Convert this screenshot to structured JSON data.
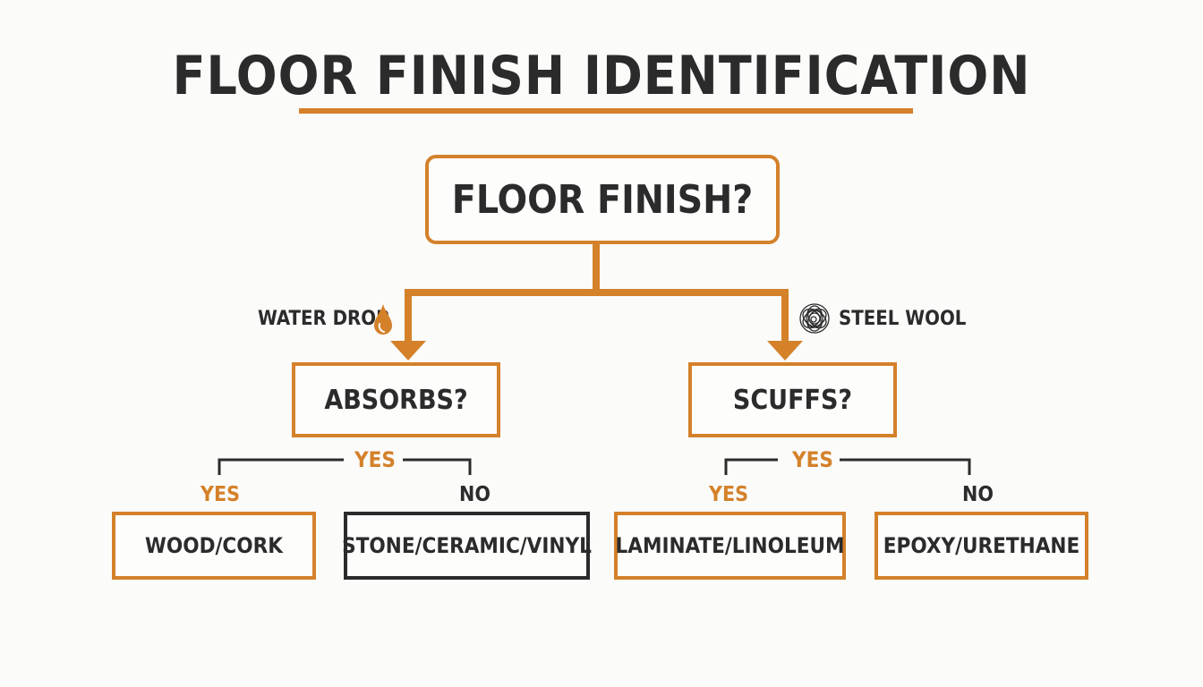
{
  "title": "FLOOR FINISH IDENTIFICATION",
  "colors": {
    "accent": "#d4812a",
    "dark": "#2b2b2b",
    "background": "#fbfbfa"
  },
  "root": {
    "label": "FLOOR FINISH?"
  },
  "tests": {
    "left": {
      "label": "WATER DROP",
      "icon": "water-drop-icon"
    },
    "right": {
      "label": "STEEL WOOL",
      "icon": "steel-wool-icon"
    }
  },
  "questions": {
    "left": {
      "label": "ABSORBS?",
      "branch_label": "YES"
    },
    "right": {
      "label": "SCUFFS?",
      "branch_label": "YES"
    }
  },
  "branches": {
    "left_yes": "YES",
    "left_no": "NO",
    "right_yes": "YES",
    "right_no": "NO"
  },
  "results": {
    "wood_cork": "WOOD/CORK",
    "stone_ceramic_vinyl": "STONE/CERAMIC/VINYL",
    "laminate_linoleum": "LAMINATE/LINOLEUM",
    "epoxy_urethane": "EPOXY/URETHANE"
  }
}
